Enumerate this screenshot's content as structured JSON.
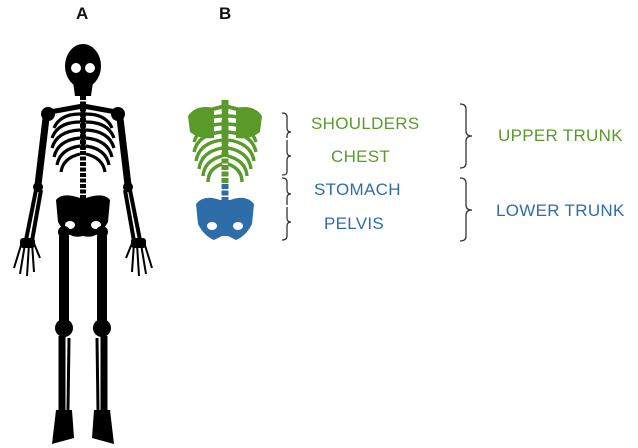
{
  "panels": {
    "a": "A",
    "b": "B"
  },
  "segments": {
    "shoulders": "SHOULDERS",
    "chest": "CHEST",
    "stomach": "STOMACH",
    "pelvis": "PELVIS"
  },
  "groups": {
    "upper": "UPPER TRUNK",
    "lower": "LOWER TRUNK"
  },
  "colors": {
    "upper": "#5a9a2a",
    "lower": "#2f6da8",
    "skeleton": "#000000",
    "bracket": "#333333"
  }
}
